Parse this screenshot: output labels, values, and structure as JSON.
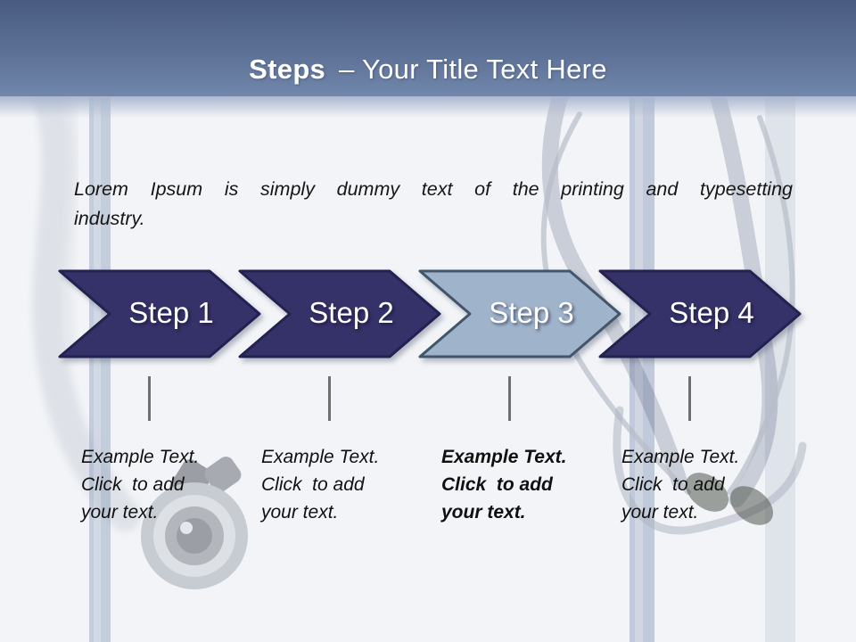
{
  "slide": {
    "background_image": "stethoscope-watermark",
    "header": {
      "title_bold": "Steps",
      "title_rest": "– Your Title Text Here"
    },
    "intro_lines": [
      "Lorem Ipsum is simply dummy text of the printing and typesetting",
      "industry."
    ],
    "steps": [
      {
        "label": "Step 1",
        "lines": [
          "Example Text.",
          "Click  to add",
          "your text."
        ],
        "emphasis": false,
        "fill": "#343269",
        "border": "#22214f",
        "label_color": "#ffffff"
      },
      {
        "label": "Step 2",
        "lines": [
          "Example Text.",
          "Click  to add",
          "your text."
        ],
        "emphasis": false,
        "fill": "#343269",
        "border": "#22214f",
        "label_color": "#ffffff"
      },
      {
        "label": "Step 3",
        "lines": [
          "Example Text.",
          "Click  to add",
          "your text."
        ],
        "emphasis": true,
        "fill": "#9fb3cb",
        "border": "#41566b",
        "label_color": "#ffffff"
      },
      {
        "label": "Step 4",
        "lines": [
          "Example Text.",
          "Click  to add",
          "your text."
        ],
        "emphasis": false,
        "fill": "#343269",
        "border": "#22214f",
        "label_color": "#ffffff"
      }
    ],
    "colors": {
      "header_top": "#495b80",
      "header_bottom": "#7187ac",
      "accent_dark": "#343269",
      "accent_light": "#9fb3cb",
      "tick": "#6f6f6f",
      "background": "#f2f4f7",
      "title_text": "#ffffff"
    }
  }
}
